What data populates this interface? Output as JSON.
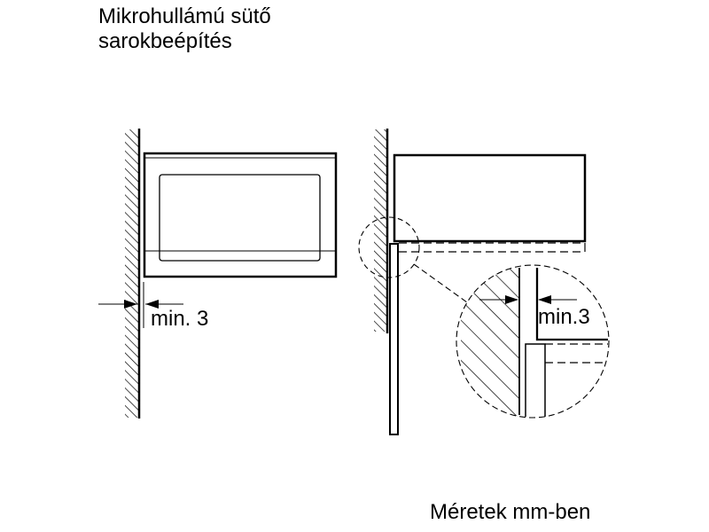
{
  "title": {
    "line1": "Mikrohullámú sütő",
    "line2": "sarokbeépítés"
  },
  "front_view": {
    "dimension_label": "min. 3"
  },
  "side_view": {
    "detail_dimension_label": "min.3"
  },
  "footer": {
    "units_note": "Méretek mm-ben"
  },
  "colors": {
    "line": "#000000",
    "background": "#ffffff"
  }
}
